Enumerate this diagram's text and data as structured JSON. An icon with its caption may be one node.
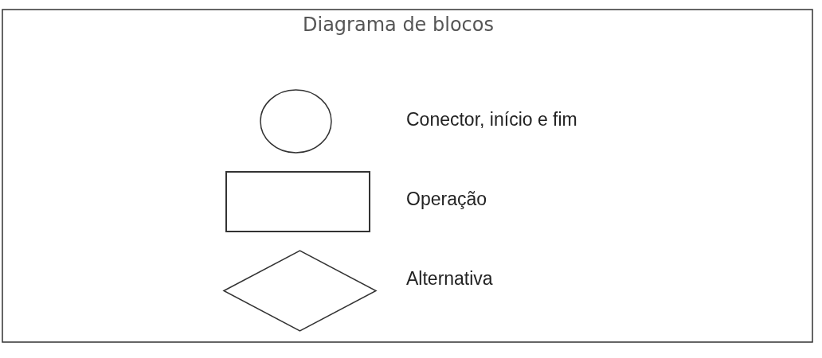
{
  "diagram": {
    "title": "Diagrama de blocos",
    "nodes": [
      {
        "text": [],
        "shape": "circle"
      },
      {
        "text": [],
        "shape": "box"
      },
      {
        "text": [],
        "shape": "diamond"
      }
    ],
    "labels": [
      "Conector, início e fim",
      "Operação",
      "Alternativa"
    ]
  }
}
